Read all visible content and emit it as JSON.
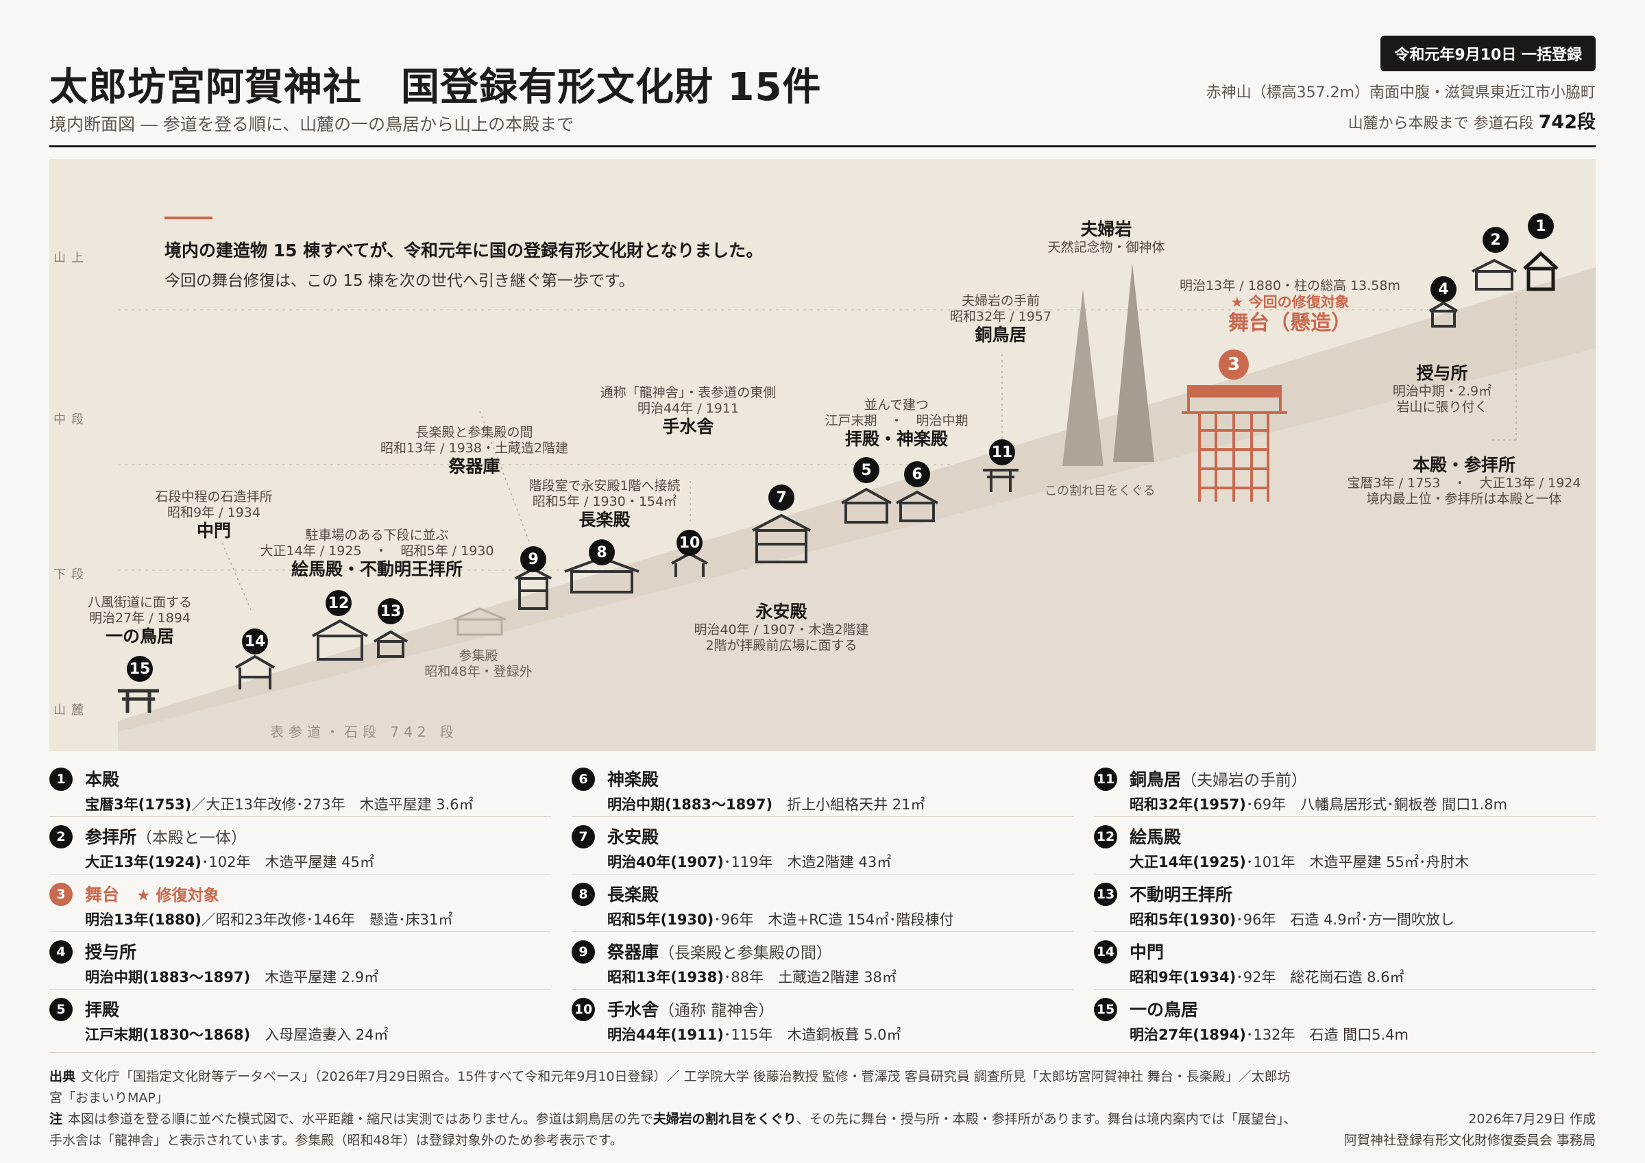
{
  "header": {
    "title": "太郎坊宮阿賀神社　国登録有形文化財 15件",
    "subtitle": "境内断面図 ― 参道を登る順に、山麓の一の鳥居から山上の本殿まで",
    "badge": "令和元年9月10日 一括登録",
    "location": "赤神山（標高357.2m）南面中腹・滋賀県東近江市小脇町",
    "steps_prefix": "山麓から本殿まで 参道石段",
    "steps_value": "742段"
  },
  "diagram": {
    "message_bold": "境内の建造物 15 棟すべてが、令和元年に国の登録有形文化財となりました。",
    "message": "今回の舞台修復は、この 15 棟を次の世代へ引き継ぐ第一歩です。",
    "levels": {
      "top": "山上",
      "mid": "中段",
      "low": "下段",
      "foot": "山麓"
    },
    "path_label": "表参道・石段 742 段",
    "crack_label": "この割れ目をくぐる",
    "labels": {
      "l15": {
        "meta1": "八風街道に面する",
        "meta2": "明治27年 / 1894",
        "name": "一の鳥居"
      },
      "l14": {
        "meta1": "石段中程の石造拝所",
        "meta2": "昭和9年 / 1934",
        "name": "中門"
      },
      "l12": {
        "meta1": "駐車場のある下段に並ぶ",
        "meta2": "大正14年 / 1925　・　昭和5年 / 1930",
        "name": "絵馬殿・不動明王拝所"
      },
      "lsan": {
        "meta1": "参集殿",
        "meta2": "昭和48年・登録外"
      },
      "l9": {
        "meta1": "長楽殿と参集殿の間",
        "meta2": "昭和13年 / 1938・土蔵造2階建",
        "name": "祭器庫"
      },
      "l8": {
        "meta1": "階段室で永安殿1階へ接続",
        "meta2": "昭和5年 / 1930・154㎡",
        "name": "長楽殿"
      },
      "l10": {
        "meta1": "通称「龍神舎」・表参道の東側",
        "meta2": "明治44年 / 1911",
        "name": "手水舎"
      },
      "l7": {
        "name": "永安殿",
        "meta1": "明治40年 / 1907・木造2階建",
        "meta2": "2階が拝殿前広場に面する"
      },
      "l56": {
        "meta1": "並んで建つ",
        "meta2": "江戸末期　・　明治中期",
        "name": "拝殿・神楽殿"
      },
      "l11": {
        "meta1": "夫婦岩の手前",
        "meta2": "昭和32年 / 1957",
        "name": "銅鳥居"
      },
      "rock": {
        "name": "夫婦岩",
        "meta1": "天然記念物・御神体"
      },
      "l3": {
        "meta1": "明治13年 / 1880・柱の総高 13.58m",
        "star": "★ 今回の修復対象",
        "name": "舞台（懸造）"
      },
      "l4": {
        "name": "授与所",
        "meta1": "明治中期・2.9㎡",
        "meta2": "岩山に張り付く"
      },
      "l12b": {
        "name": "本殿・参拝所",
        "meta1": "宝暦3年 / 1753　・　大正13年 / 1924",
        "meta2": "境内最上位・参拝所は本殿と一体"
      }
    }
  },
  "items": [
    {
      "no": "1",
      "name": "本殿",
      "note": "",
      "date": "宝暦3年(1753)",
      "detail": "／大正13年改修･273年　木造平屋建 3.6㎡"
    },
    {
      "no": "2",
      "name": "参拝所",
      "note": "（本殿と一体）",
      "date": "大正13年(1924)",
      "detail": "･102年　木造平屋建 45㎡"
    },
    {
      "no": "3",
      "name": "舞台",
      "note": "★ 修復対象",
      "date": "明治13年(1880)",
      "detail": "／昭和23年改修･146年　懸造･床31㎡"
    },
    {
      "no": "4",
      "name": "授与所",
      "note": "",
      "date": "明治中期(1883〜1897)",
      "detail": "　木造平屋建 2.9㎡"
    },
    {
      "no": "5",
      "name": "拝殿",
      "note": "",
      "date": "江戸末期(1830〜1868)",
      "detail": "　入母屋造妻入 24㎡"
    },
    {
      "no": "6",
      "name": "神楽殿",
      "note": "",
      "date": "明治中期(1883〜1897)",
      "detail": "　折上小組格天井 21㎡"
    },
    {
      "no": "7",
      "name": "永安殿",
      "note": "",
      "date": "明治40年(1907)",
      "detail": "･119年　木造2階建 43㎡"
    },
    {
      "no": "8",
      "name": "長楽殿",
      "note": "",
      "date": "昭和5年(1930)",
      "detail": "･96年　木造+RC造 154㎡･階段棟付"
    },
    {
      "no": "9",
      "name": "祭器庫",
      "note": "（長楽殿と参集殿の間）",
      "date": "昭和13年(1938)",
      "detail": "･88年　土蔵造2階建 38㎡"
    },
    {
      "no": "10",
      "name": "手水舎",
      "note": "（通称 龍神舎）",
      "date": "明治44年(1911)",
      "detail": "･115年　木造銅板葺 5.0㎡"
    },
    {
      "no": "11",
      "name": "銅鳥居",
      "note": "（夫婦岩の手前）",
      "date": "昭和32年(1957)",
      "detail": "･69年　八幡鳥居形式･銅板巻 間口1.8m"
    },
    {
      "no": "12",
      "name": "絵馬殿",
      "note": "",
      "date": "大正14年(1925)",
      "detail": "･101年　木造平屋建 55㎡･舟肘木"
    },
    {
      "no": "13",
      "name": "不動明王拝所",
      "note": "",
      "date": "昭和5年(1930)",
      "detail": "･96年　石造 4.9㎡･方一間吹放し"
    },
    {
      "no": "14",
      "name": "中門",
      "note": "",
      "date": "昭和9年(1934)",
      "detail": "･92年　総花崗石造 8.6㎡"
    },
    {
      "no": "15",
      "name": "一の鳥居",
      "note": "",
      "date": "明治27年(1894)",
      "detail": "･132年　石造 間口5.4m"
    }
  ],
  "footer": {
    "source_head": "出典",
    "source": "文化庁「国指定文化財等データベース」（2026年7月29日照合。15件すべて令和元年9月10日登録）／ 工学院大学 後藤治教授 監修・菅澤茂 客員研究員 調査所見「太郎坊宮阿賀神社 舞台・長楽殿」／太郎坊宮「おまいりMAP」",
    "note_head": "注",
    "note_a": "本図は参道を登る順に並べた模式図で、水平距離・縮尺は実測ではありません。参道は銅鳥居の先で",
    "note_bold": "夫婦岩の割れ目をくぐり",
    "note_b": "、その先に舞台・授与所・本殿・参拝所があります。舞台は境内案内では「展望台」、手水舎は「龍神舎」と表示されています。参集殿（昭和48年）は登録対象外のため参考表示です。",
    "date": "2026年7月29日 作成",
    "org": "阿賀神社登録有形文化財修復委員会 事務局"
  },
  "colors": {
    "accent": "#c9694e",
    "ink": "#1b1816",
    "ground": "#ede7dc",
    "slope": "#d8cfc2"
  }
}
